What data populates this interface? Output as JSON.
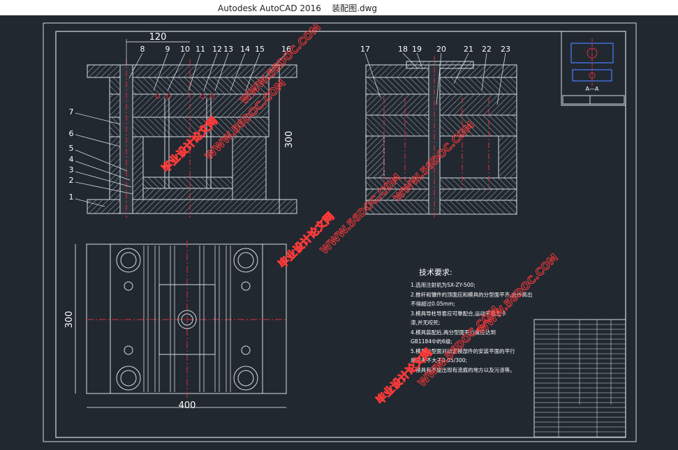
{
  "window": {
    "app_title": "Autodesk AutoCAD 2016",
    "file_name": "装配图.dwg"
  },
  "drawing": {
    "colors": {
      "background": "#212830",
      "lines": "#d8dce2",
      "hatch": "#c9ced6",
      "centerline": "#e0303a",
      "dimension": "#ffffff",
      "watermark": "#ff3a3a"
    },
    "dimensions": {
      "top_width": "120",
      "front_height": "300",
      "plan_height": "300",
      "plan_width": "400"
    },
    "part_numbers_left": [
      "8",
      "9",
      "10",
      "11",
      "12",
      "13",
      "14",
      "15",
      "16"
    ],
    "part_numbers_side": [
      "7",
      "6",
      "5",
      "4",
      "3",
      "2",
      "1"
    ],
    "part_numbers_right": [
      "17",
      "18",
      "19",
      "20",
      "21",
      "22",
      "23"
    ],
    "section_label": "A—A",
    "notes": {
      "title": "技术要求:",
      "lines": [
        "1.选用注射机为SX-ZY-500;",
        "2.推杆和镶件的顶面应和模具的分型面平齐,允许高出",
        "不得超过0.05mm;",
        "3.模具导柱导套应可靠配合,运动平稳无卡",
        "滞,并无咬死;",
        "4.模具装配后,两分型面平行度应达到",
        "GB1184中的6级;",
        "5.模具分型面对动定模部件的安装平面的平行",
        "度误差不大于0.05/300;",
        "6.模具有不能出现有流痕的地方以及污渍等。"
      ]
    },
    "watermarks": [
      "毕业设计论文网",
      "WWW.56DOC.COM"
    ]
  }
}
